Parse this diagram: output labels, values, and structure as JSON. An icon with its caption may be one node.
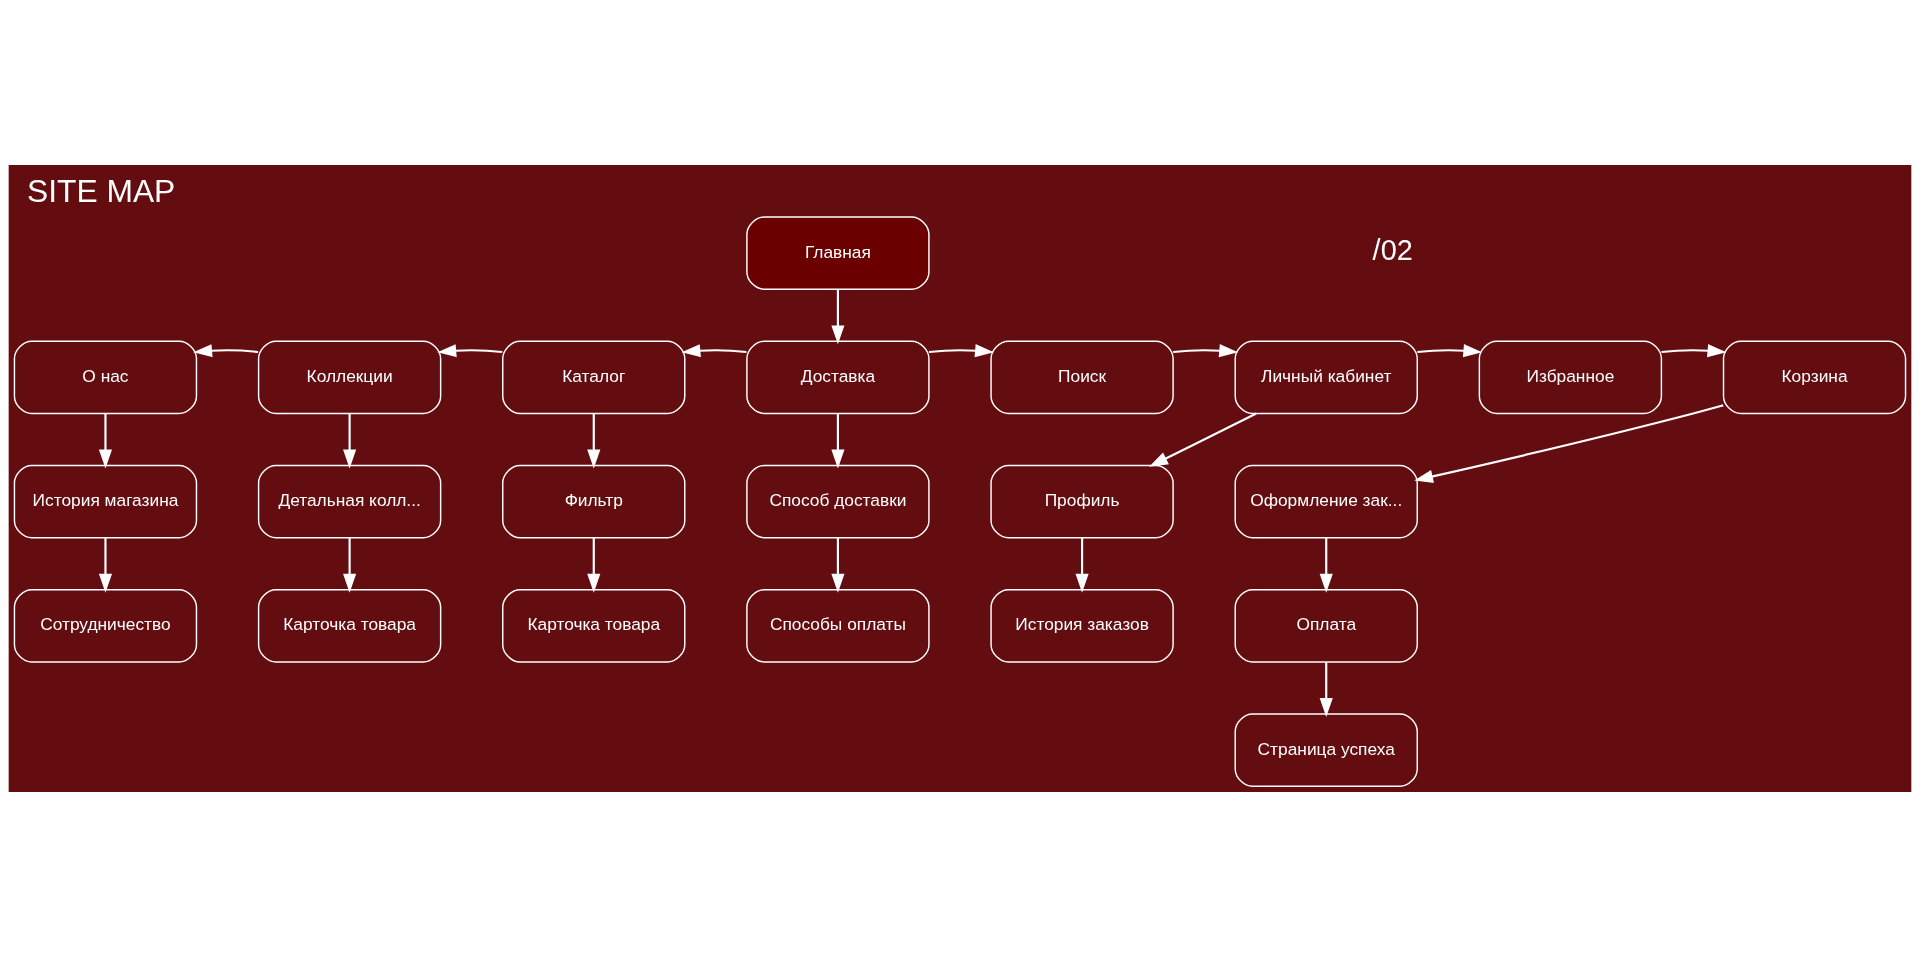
{
  "diagram": {
    "title": "SITE MAP",
    "nodes": [
      {
        "text": [
          "Главная"
        ]
      },
      {
        "text": [
          "О нас"
        ]
      },
      {
        "text": [
          "Коллекции"
        ]
      },
      {
        "text": [
          "Каталог"
        ]
      },
      {
        "text": [
          "Доставка"
        ]
      },
      {
        "text": [
          "Поиск"
        ]
      },
      {
        "text": [
          "Личный кабинет"
        ]
      },
      {
        "text": [
          "Избранное"
        ]
      },
      {
        "text": [
          "Корзина"
        ]
      },
      {
        "text": [
          "История магазина"
        ]
      },
      {
        "text": [
          "Детальная колл..."
        ]
      },
      {
        "text": [
          "Фильтр"
        ]
      },
      {
        "text": [
          "Способ доставки"
        ]
      },
      {
        "text": [
          "Профиль"
        ]
      },
      {
        "text": [
          "Оформление зак..."
        ]
      },
      {
        "text": [
          "Сотрудничество"
        ]
      },
      {
        "text": [
          "Карточка товара"
        ]
      },
      {
        "text": [
          "Карточка товара"
        ]
      },
      {
        "text": [
          "Способы оплаты"
        ]
      },
      {
        "text": [
          "История заказов"
        ]
      },
      {
        "text": [
          "Оплата"
        ]
      },
      {
        "text": [
          "Страница успеха"
        ]
      }
    ],
    "edges": [
      {
        "from": 0,
        "to": 4,
        "arrow": "to"
      },
      {
        "from": 4,
        "to": 3,
        "arrow": "to"
      },
      {
        "from": 3,
        "to": 2,
        "arrow": "to"
      },
      {
        "from": 2,
        "to": 1,
        "arrow": "to"
      },
      {
        "from": 4,
        "to": 5,
        "arrow": "to"
      },
      {
        "from": 5,
        "to": 6,
        "arrow": "to"
      },
      {
        "from": 6,
        "to": 7,
        "arrow": "to"
      },
      {
        "from": 7,
        "to": 8,
        "arrow": "to"
      },
      {
        "from": 1,
        "to": 9,
        "arrow": "to"
      },
      {
        "from": 9,
        "to": 15,
        "arrow": "to"
      },
      {
        "from": 2,
        "to": 10,
        "arrow": "to"
      },
      {
        "from": 10,
        "to": 16,
        "arrow": "to"
      },
      {
        "from": 3,
        "to": 11,
        "arrow": "to"
      },
      {
        "from": 11,
        "to": 17,
        "arrow": "to"
      },
      {
        "from": 4,
        "to": 12,
        "arrow": "to"
      },
      {
        "from": 12,
        "to": 18,
        "arrow": "to"
      },
      {
        "from": 6,
        "to": 13,
        "arrow": "to"
      },
      {
        "from": 13,
        "to": 19,
        "arrow": "to"
      },
      {
        "from": 8,
        "to": 14,
        "arrow": "to"
      },
      {
        "from": 14,
        "to": 20,
        "arrow": "to"
      },
      {
        "from": 20,
        "to": 21,
        "arrow": "to"
      }
    ],
    "labels": [
      "/02"
    ]
  }
}
